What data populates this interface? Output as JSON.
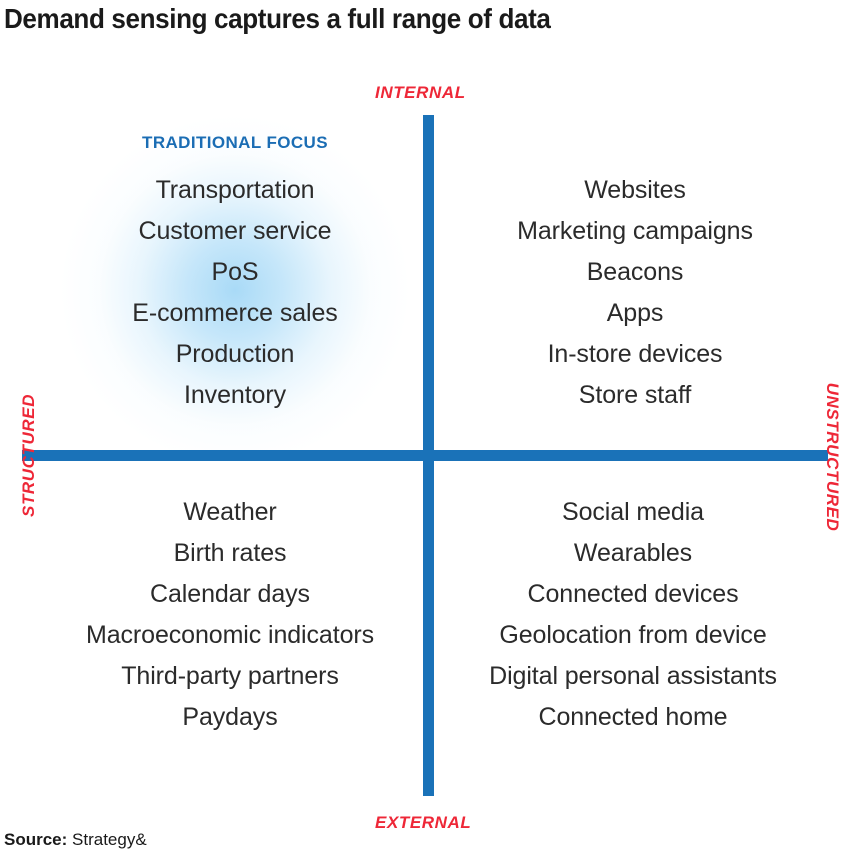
{
  "title": "Demand sensing captures a full range of data",
  "colors": {
    "axis_blue": "#1A72B8",
    "label_red": "#EE2737",
    "focus_blue": "#1B6DB4",
    "text_dark": "#2b2b2b",
    "background": "#ffffff",
    "glow_blue": "#96D2F5"
  },
  "axes": {
    "top": "INTERNAL",
    "bottom": "EXTERNAL",
    "left": "STRUCTURED",
    "right": "UNSTRUCTURED"
  },
  "highlight": {
    "label": "TRADITIONAL FOCUS"
  },
  "quadrants": {
    "top_left": {
      "name": "internal-structured",
      "items": [
        "Transportation",
        "Customer service",
        "PoS",
        "E-commerce sales",
        "Production",
        "Inventory"
      ]
    },
    "top_right": {
      "name": "internal-unstructured",
      "items": [
        "Websites",
        "Marketing campaigns",
        "Beacons",
        "Apps",
        "In-store devices",
        "Store staff"
      ]
    },
    "bottom_left": {
      "name": "external-structured",
      "items": [
        "Weather",
        "Birth rates",
        "Calendar days",
        "Macroeconomic indicators",
        "Third-party partners",
        "Paydays"
      ]
    },
    "bottom_right": {
      "name": "external-unstructured",
      "items": [
        "Social media",
        "Wearables",
        "Connected devices",
        "Geolocation from device",
        "Digital personal assistants",
        "Connected home"
      ]
    }
  },
  "source": {
    "label": "Source:",
    "value": "Strategy&"
  }
}
